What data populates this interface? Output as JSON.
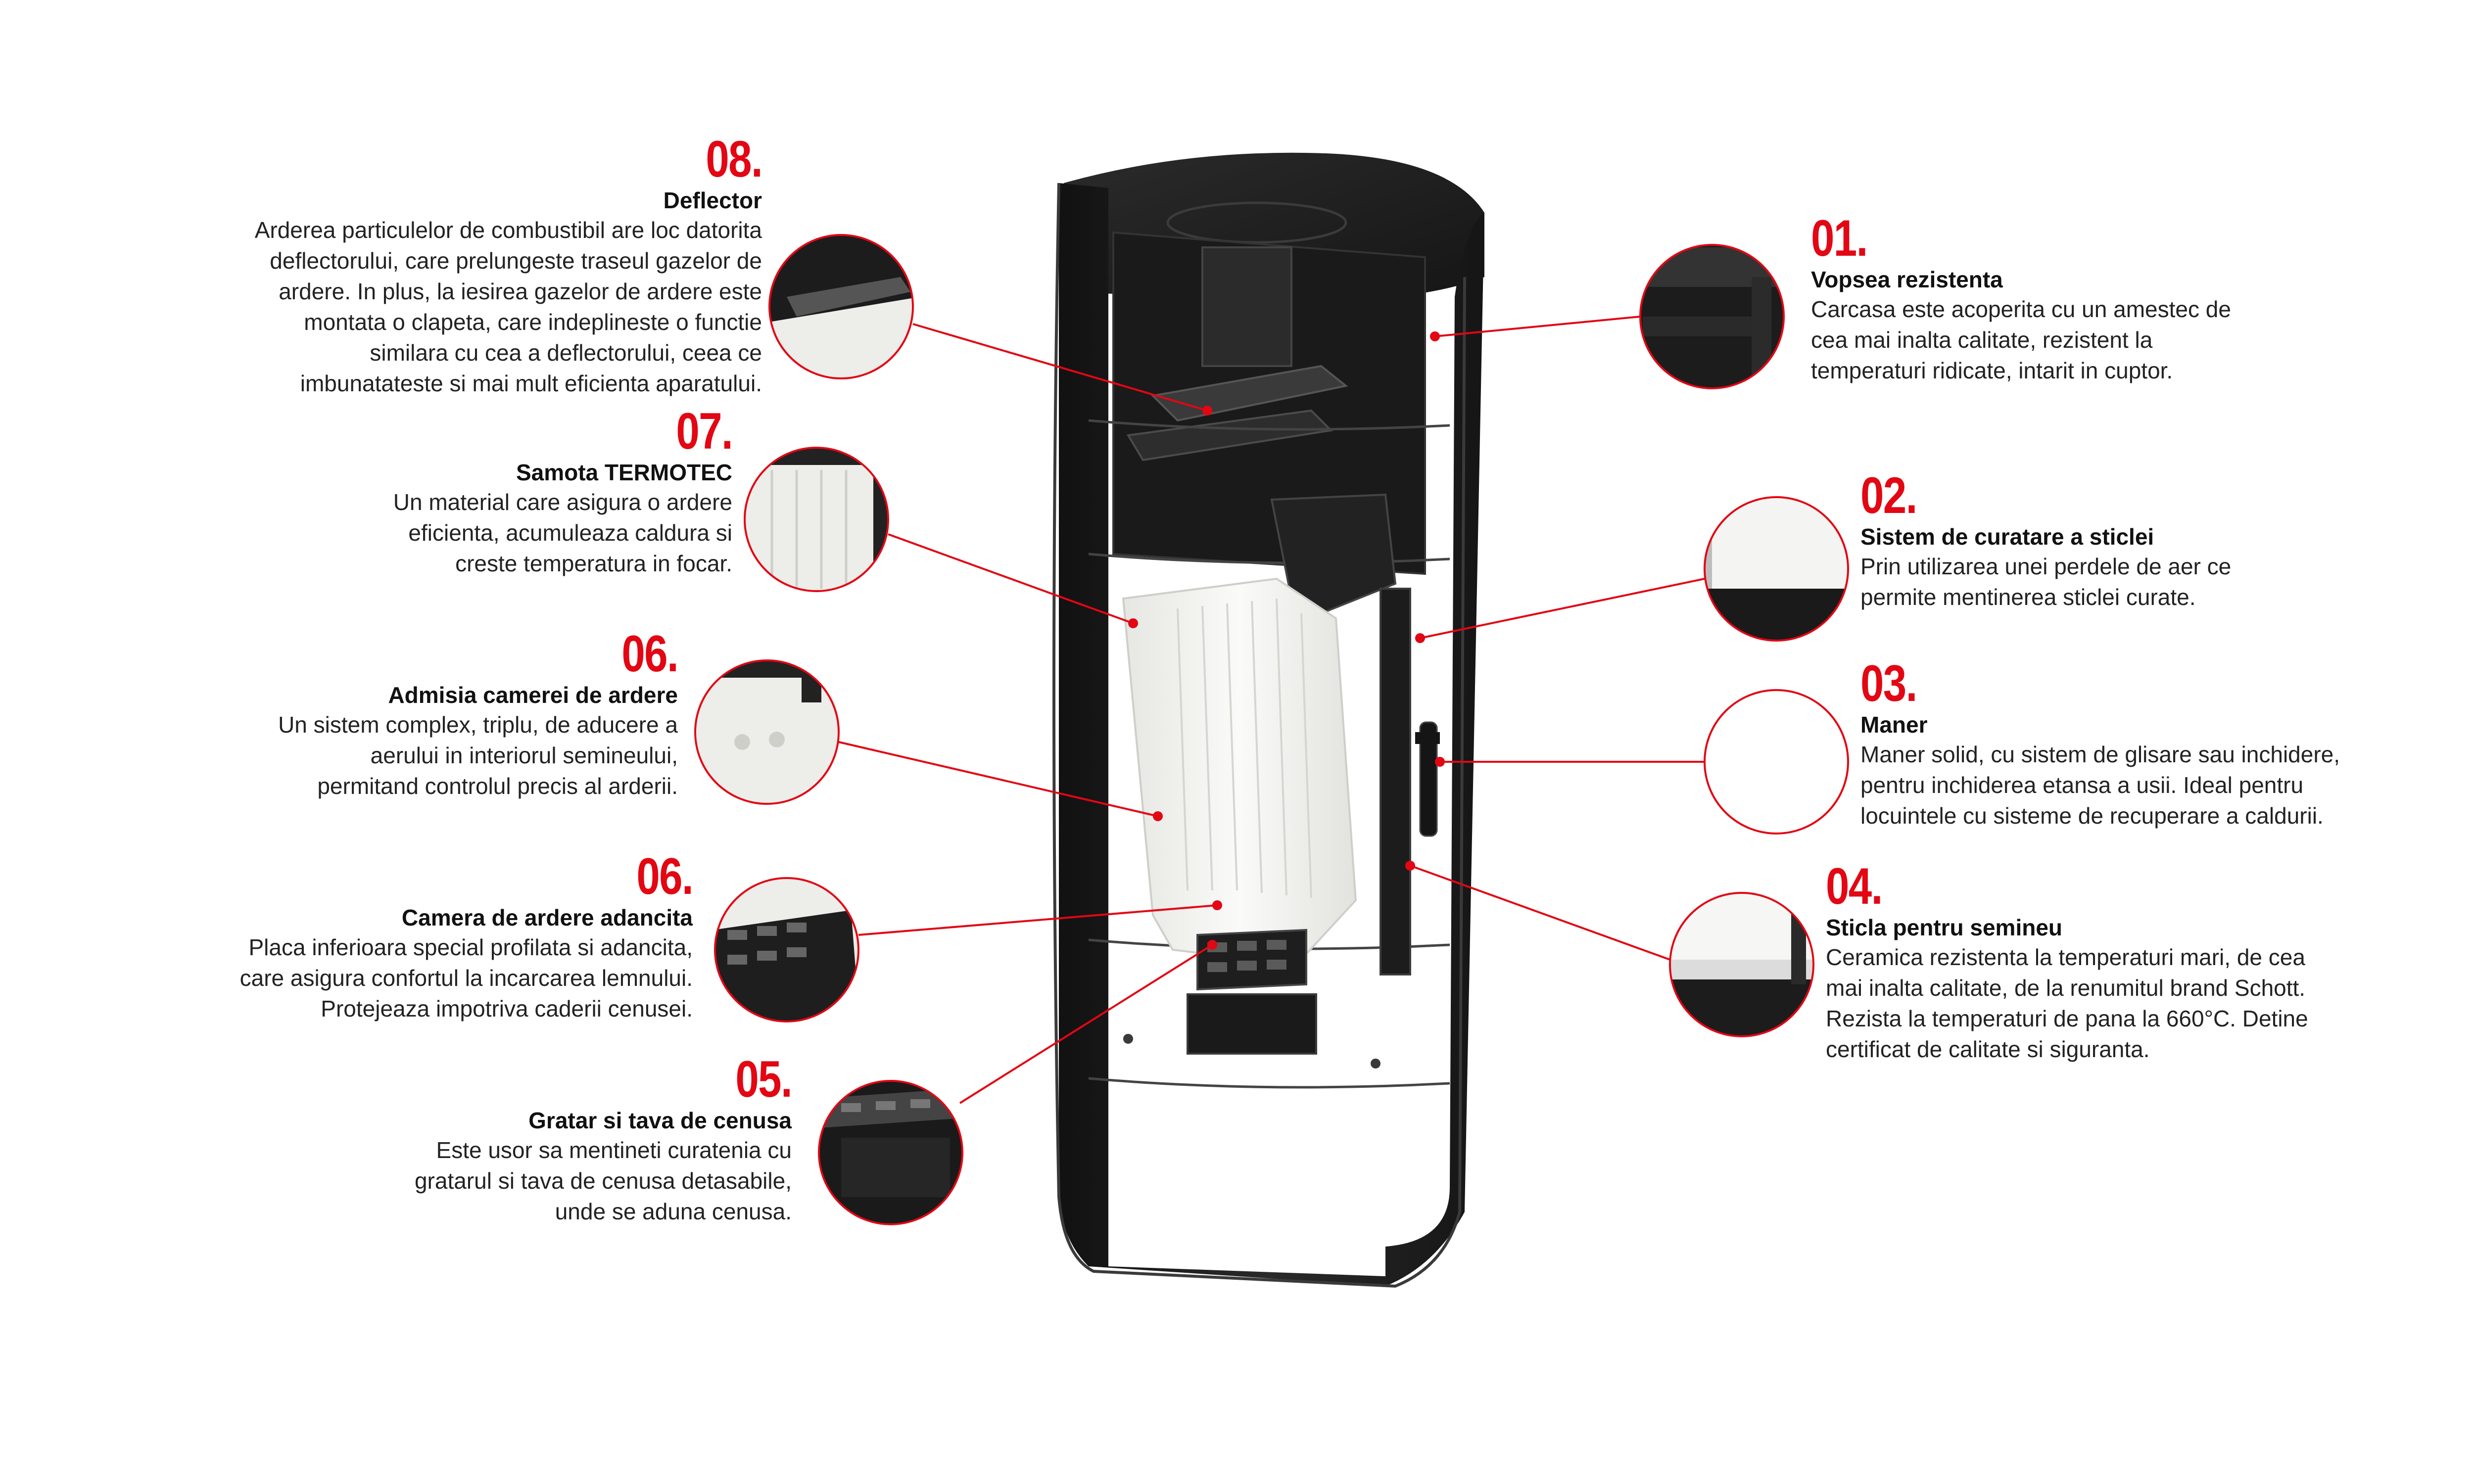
{
  "colors": {
    "accent": "#e30613",
    "stove_body": "#1d1d1d",
    "stove_edge": "#3a3a3a",
    "fireclay": "#f1f1ee"
  },
  "features": [
    {
      "id": "08",
      "number": "08.",
      "title": "Deflector",
      "description": "Arderea particulelor de combustibil are loc datorita\ndeflectorului, care prelungeste traseul gazelor de\nardere. In plus, la iesirea gazelor de ardere este\nmontata o clapeta, care indeplineste o functie\nsimilara cu cea a deflectorului, ceea ce\nimbunatateste si mai mult eficienta aparatului."
    },
    {
      "id": "07",
      "number": "07.",
      "title": "Samota TERMOTEC",
      "description": "Un material care asigura o ardere\neficienta, acumuleaza caldura si\ncreste temperatura in focar."
    },
    {
      "id": "06",
      "number": "06.",
      "title": "Admisia camerei de ardere",
      "description": "Un sistem complex, triplu, de aducere a\naerului in interiorul semineului,\npermitand controlul precis al arderii."
    },
    {
      "id": "06b",
      "number": "06.",
      "title": "Camera de ardere adancita",
      "description": "Placa inferioara special profilata si adancita,\ncare asigura confortul la incarcarea lemnului.\nProtejeaza impotriva caderii cenusei."
    },
    {
      "id": "05",
      "number": "05.",
      "title": "Gratar si tava de cenusa",
      "description": "Este usor sa mentineti curatenia cu\ngratarul si tava de cenusa detasabile,\nunde se aduna cenusa."
    },
    {
      "id": "01",
      "number": "01.",
      "title": "Vopsea rezistenta",
      "description": "Carcasa este acoperita cu un amestec de\ncea mai inalta calitate, rezistent la\ntemperaturi ridicate, intarit in cuptor."
    },
    {
      "id": "02",
      "number": "02.",
      "title": "Sistem de curatare a sticlei",
      "description": "Prin utilizarea unei perdele de aer ce\npermite mentinerea sticlei curate."
    },
    {
      "id": "03",
      "number": "03.",
      "title": "Maner",
      "description": "Maner solid, cu sistem de glisare sau inchidere,\npentru inchiderea etansa a usii. Ideal pentru\nlocuintele cu sisteme de recuperare a caldurii."
    },
    {
      "id": "04",
      "number": "04.",
      "title": "Sticla pentru semineu",
      "description": "Ceramica rezistenta la temperaturi mari, de cea\nmai inalta calitate, de la renumitul brand Schott.\nRezista la temperaturi de pana la 660°C. Detine\ncertificat de calitate si siguranta."
    }
  ]
}
